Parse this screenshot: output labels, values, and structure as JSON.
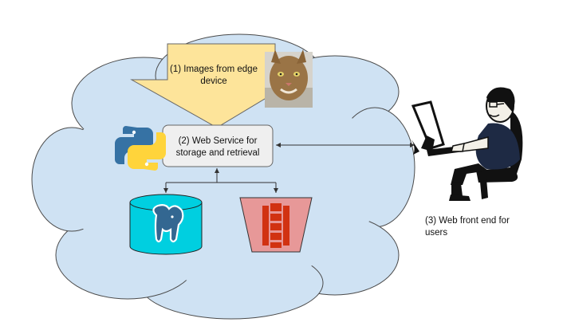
{
  "colors": {
    "cloud_fill": "#cfe2f3",
    "cloud_stroke": "#4a4a4a",
    "arrow_fill": "#fde49a",
    "service_box_fill": "#efefef",
    "db_fill": "#00cfe0",
    "s3_fill": "#e79898",
    "python_blue": "#3672a4",
    "python_yellow": "#ffd43b"
  },
  "icons": [
    "cat-photo-icon",
    "python-logo-icon",
    "postgresql-elephant-icon",
    "aws-s3-icon",
    "person-at-computer-icon"
  ],
  "labels": {
    "edge_line1": "(1) Images from edge",
    "edge_line2": "device",
    "service_line1": "(2) Web Service for",
    "service_line2": "storage and retrieval",
    "front_line1": "(3) Web front end for",
    "front_line2": "users"
  }
}
